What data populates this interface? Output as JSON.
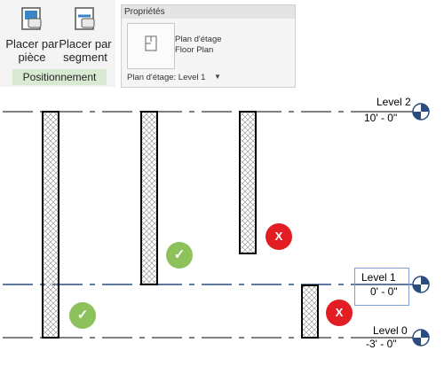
{
  "ribbon": {
    "buttons": [
      {
        "label_line1": "Placer par",
        "label_line2": "pièce",
        "icon": "room-place-icon"
      },
      {
        "label_line1": "Placer par",
        "label_line2": "segment",
        "icon": "segment-place-icon"
      }
    ],
    "panel_label": "Positionnement"
  },
  "properties": {
    "title": "Propriétés",
    "type_name": "Plan d'étage",
    "type_family": "Floor Plan",
    "selector": "Plan d'étage: Level 1",
    "icon": "floor-plan-type-icon"
  },
  "levels": [
    {
      "name": "Level 2",
      "elevation": "10' - 0\""
    },
    {
      "name": "Level 1",
      "elevation": "0' - 0\""
    },
    {
      "name": "Level 0",
      "elevation": "-3' - 0\""
    }
  ],
  "badges": [
    {
      "status": "valid",
      "glyph": "✓",
      "color": "#8cc15c"
    },
    {
      "status": "invalid",
      "glyph": "X",
      "color": "#e21d23"
    },
    {
      "status": "valid",
      "glyph": "✓",
      "color": "#8cc15c"
    },
    {
      "status": "invalid",
      "glyph": "X",
      "color": "#e21d23"
    }
  ],
  "colors": {
    "level_line_active": "#2a4d7f",
    "selection": "#7e9fd6",
    "panel_label_bg": "#d9ead3"
  }
}
